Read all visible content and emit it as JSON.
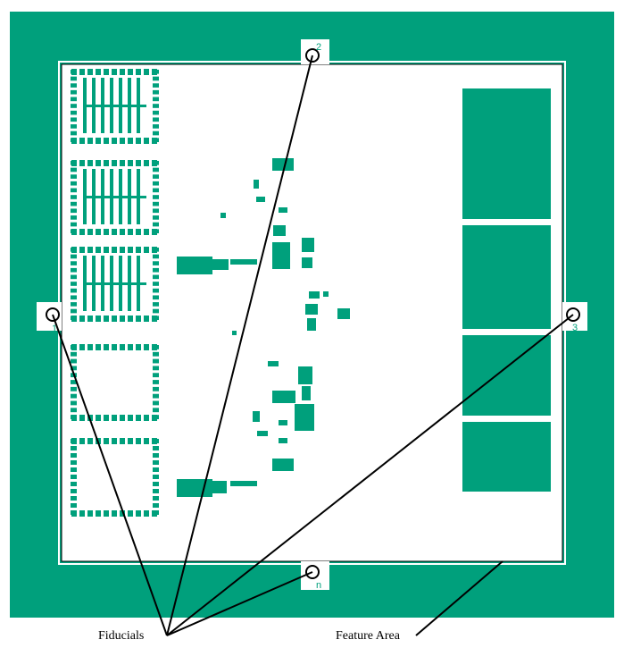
{
  "labels": {
    "fiducials": "Fiducials",
    "feature_area": "Feature Area"
  },
  "fiducial_marks": {
    "top": "2",
    "left": "1",
    "right": "3",
    "bottom": "n"
  },
  "colors": {
    "board": "#00A07C",
    "feature_area": "#ffffff",
    "outline": "#000000"
  }
}
